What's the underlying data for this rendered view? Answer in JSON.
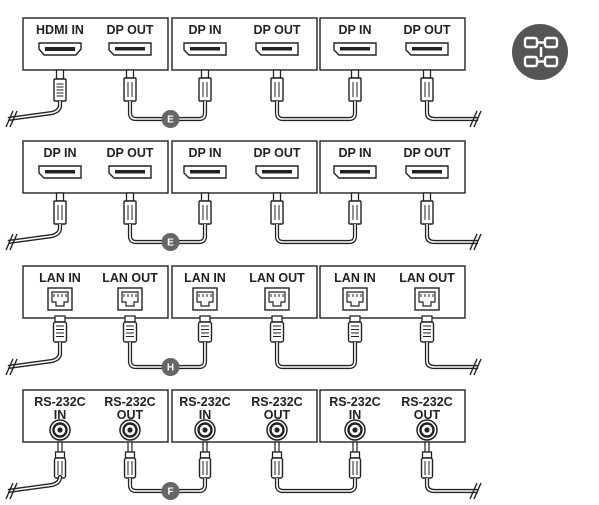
{
  "app_icon": {
    "name": "daisy-chain-link-icon",
    "bg_color": "#555555"
  },
  "rows": [
    {
      "id": "dp",
      "kind": "dp",
      "connector_badge": "E",
      "monitors": [
        {
          "ports": [
            {
              "label": "HDMI IN",
              "type": "hdmi"
            },
            {
              "label": "DP OUT",
              "type": "dp"
            }
          ]
        },
        {
          "ports": [
            {
              "label": "DP IN",
              "type": "dp"
            },
            {
              "label": "DP OUT",
              "type": "dp"
            }
          ]
        },
        {
          "ports": [
            {
              "label": "DP IN",
              "type": "dp"
            },
            {
              "label": "DP OUT",
              "type": "dp"
            }
          ]
        }
      ]
    },
    {
      "id": "dp2",
      "kind": "dp",
      "connector_badge": "E",
      "monitors": [
        {
          "ports": [
            {
              "label": "DP IN",
              "type": "dp"
            },
            {
              "label": "DP OUT",
              "type": "dp"
            }
          ]
        },
        {
          "ports": [
            {
              "label": "DP IN",
              "type": "dp"
            },
            {
              "label": "DP OUT",
              "type": "dp"
            }
          ]
        },
        {
          "ports": [
            {
              "label": "DP IN",
              "type": "dp"
            },
            {
              "label": "DP OUT",
              "type": "dp"
            }
          ]
        }
      ]
    },
    {
      "id": "lan",
      "kind": "lan",
      "connector_badge": "H",
      "monitors": [
        {
          "ports": [
            {
              "label": "LAN IN",
              "type": "lan"
            },
            {
              "label": "LAN OUT",
              "type": "lan"
            }
          ]
        },
        {
          "ports": [
            {
              "label": "LAN IN",
              "type": "lan"
            },
            {
              "label": "LAN OUT",
              "type": "lan"
            }
          ]
        },
        {
          "ports": [
            {
              "label": "LAN IN",
              "type": "lan"
            },
            {
              "label": "LAN OUT",
              "type": "lan"
            }
          ]
        }
      ]
    },
    {
      "id": "rs232",
      "kind": "rs232",
      "connector_badge": "F",
      "monitors": [
        {
          "ports": [
            {
              "label": "RS-232C",
              "label2": "IN",
              "type": "jack"
            },
            {
              "label": "RS-232C",
              "label2": "OUT",
              "type": "jack"
            }
          ]
        },
        {
          "ports": [
            {
              "label": "RS-232C",
              "label2": "IN",
              "type": "jack"
            },
            {
              "label": "RS-232C",
              "label2": "OUT",
              "type": "jack"
            }
          ]
        },
        {
          "ports": [
            {
              "label": "RS-232C",
              "label2": "IN",
              "type": "jack"
            },
            {
              "label": "RS-232C",
              "label2": "OUT",
              "type": "jack"
            }
          ]
        }
      ]
    }
  ]
}
